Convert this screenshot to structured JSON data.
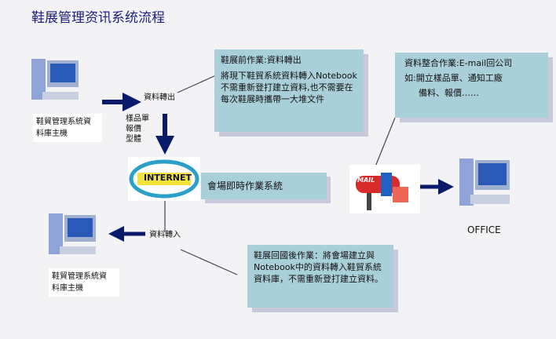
{
  "title": "鞋展管理资讯系统流程",
  "host_top_label": [
    "鞋貿管理系統資",
    "料庫主機"
  ],
  "export_label": "資料轉出",
  "items": [
    "樣品單",
    "報價",
    "型體"
  ],
  "internet_logo": "INTERNET",
  "box_pre": {
    "heading": "鞋展前作業:資料轉出",
    "body": "將現下鞋貿系統資料轉入Notebook不需重新登打建立資料,也不需要在每次鞋展時攜帶一大堆文件"
  },
  "box_merge": {
    "heading": "資料整合作業:E-mail回公司",
    "line2": "如:開立樣品單、通知工廠",
    "line3": "備料、報價……"
  },
  "onsite_system": "會場即時作業系統",
  "mail_logo": "MAIL",
  "office_label": "OFFICE",
  "import_label": "資料轉入",
  "host_bottom_label": [
    "鞋貿管理系統資",
    "料庫主機"
  ],
  "box_post": "鞋展回國後作業：將會場建立與Notebook中的資料轉入鞋貿系統資料庫，不需重新登打建立資料。",
  "colors": {
    "arrow": "#0a1a6b",
    "box": "#a9cfdb",
    "title": "#1e1e7a"
  }
}
